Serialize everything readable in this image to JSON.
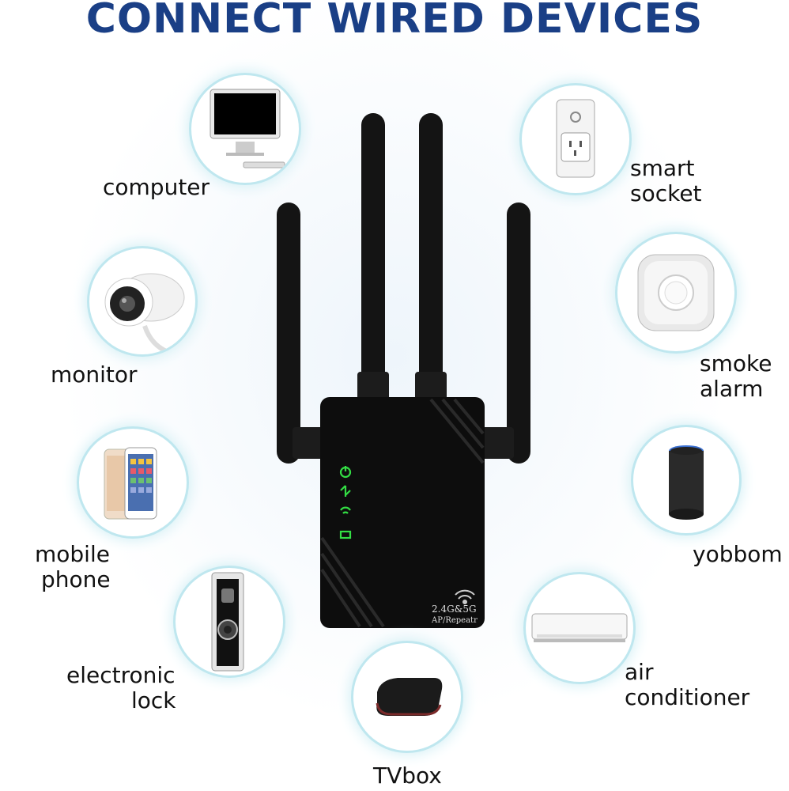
{
  "headline": "CONNECT WIRED DEVICES",
  "router": {
    "band_text": "2.4G&5G",
    "mode_text": "AP/Repeatr",
    "led_color": "#33dd44"
  },
  "devices": {
    "computer": {
      "label": "computer",
      "icon": "computer-icon"
    },
    "monitor": {
      "label": "monitor",
      "icon": "camera-icon"
    },
    "mobile_phone": {
      "line1": "mobile",
      "line2": "phone",
      "icon": "phone-icon"
    },
    "electronic_lock": {
      "line1": "electronic",
      "line2": "lock",
      "icon": "door-lock-icon"
    },
    "tvbox": {
      "label": "TVbox",
      "icon": "tv-box-icon"
    },
    "smart_socket": {
      "line1": "smart",
      "line2": "socket",
      "icon": "socket-icon"
    },
    "smoke_alarm": {
      "line1": "smoke",
      "line2": "alarm",
      "icon": "smoke-alarm-icon"
    },
    "yobbom": {
      "label": "yobbom",
      "icon": "speaker-icon"
    },
    "air_conditioner": {
      "line1": "air",
      "line2": "conditioner",
      "icon": "air-conditioner-icon"
    }
  },
  "colors": {
    "headline": "#1a3f86",
    "circle_ring": "#bfe7ef",
    "router_body": "#0d0d0d"
  }
}
